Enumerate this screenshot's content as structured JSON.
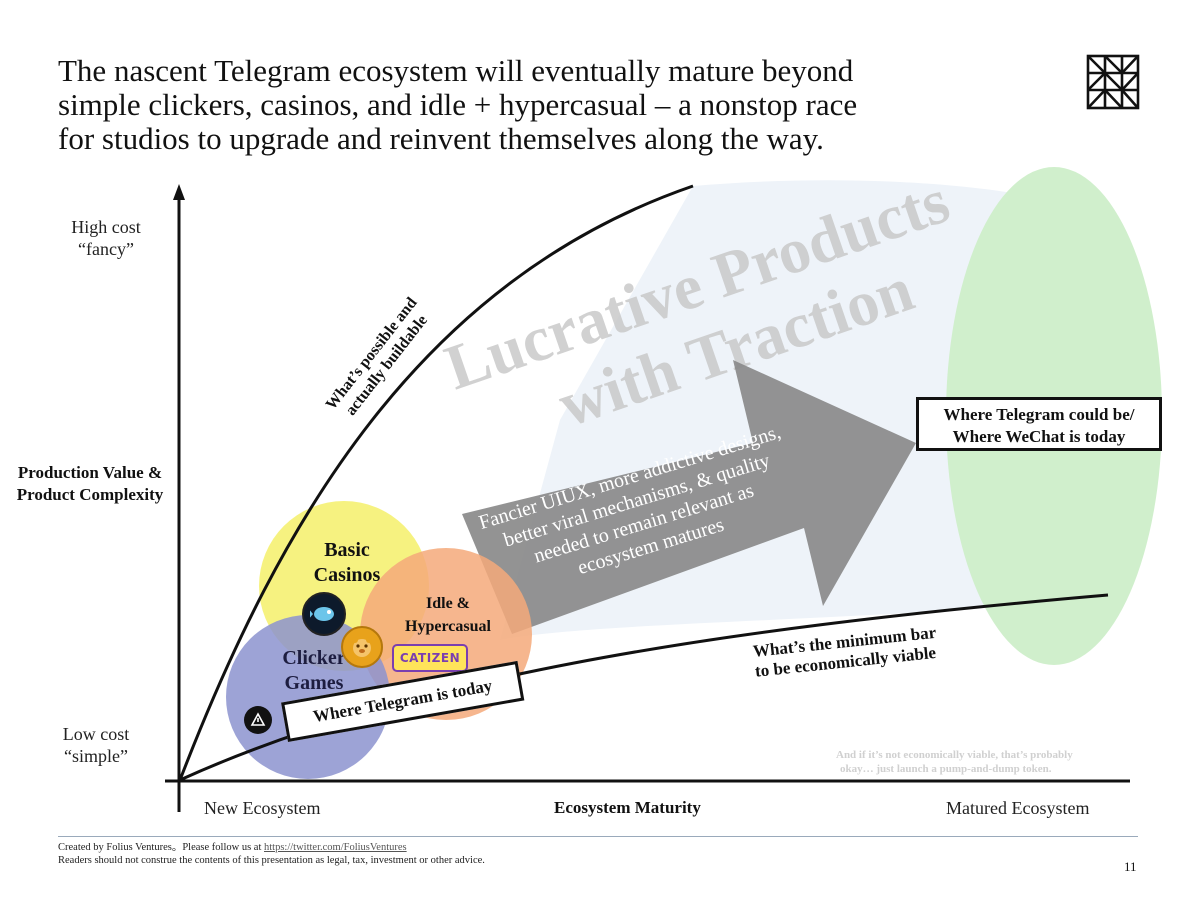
{
  "title_lines": [
    "The nascent Telegram ecosystem will eventually mature beyond",
    "simple clickers, casinos, and idle + hypercasual – a nonstop race",
    "for studios to upgrade and reinvent themselves along the way."
  ],
  "logo_icon": "grid-logo-icon",
  "y_axis": {
    "top_tick": [
      "High cost",
      "“fancy”"
    ],
    "title": [
      "Production Value &",
      "Product Complexity"
    ],
    "bottom_tick": [
      "Low cost",
      "“simple”"
    ]
  },
  "x_axis": {
    "left_tick": "New Ecosystem",
    "title": "Ecosystem Maturity",
    "right_tick": "Matured Ecosystem"
  },
  "curves": {
    "upper_label": [
      "What’s possible and",
      "actually buildable"
    ],
    "lower_label": [
      "What’s the minimum bar",
      "to be economically viable"
    ]
  },
  "watermark": [
    "Lucrative Products",
    "with Traction"
  ],
  "arrow_text": [
    "Fancier UIUX, more addictive designs,",
    "better viral mechanisms, & quality",
    "needed to remain relevant as",
    "ecosystem matures"
  ],
  "categories": {
    "casinos": [
      "Basic",
      "Casinos"
    ],
    "idle": [
      "Idle &",
      "Hypercasual"
    ],
    "clicker": [
      "Clicker",
      "Games"
    ]
  },
  "boxes": {
    "today": "Where Telegram is today",
    "future": [
      "Where Telegram could be/",
      "Where WeChat is today"
    ]
  },
  "side_note": [
    "And if it’s not economically viable, that’s probably",
    "okay… just launch a pump-and-dump token."
  ],
  "catizen_logo": "CATIZEN",
  "footer": {
    "line1_prefix": "Created by Folius Ventures。Please follow us at ",
    "link": "https://twitter.com/FoliusVentures",
    "line2": "Readers should not construe the contents of this presentation as legal, tax, investment or other advice."
  },
  "page_number": "11",
  "colors": {
    "green_ellipse": "#cdeec9",
    "light_blue_area": "#eef3f9",
    "yellow_circle": "#f5f06a",
    "orange_circle": "#f4a97a",
    "blue_circle": "#8c93cf",
    "arrow": "#8a8a8a"
  }
}
